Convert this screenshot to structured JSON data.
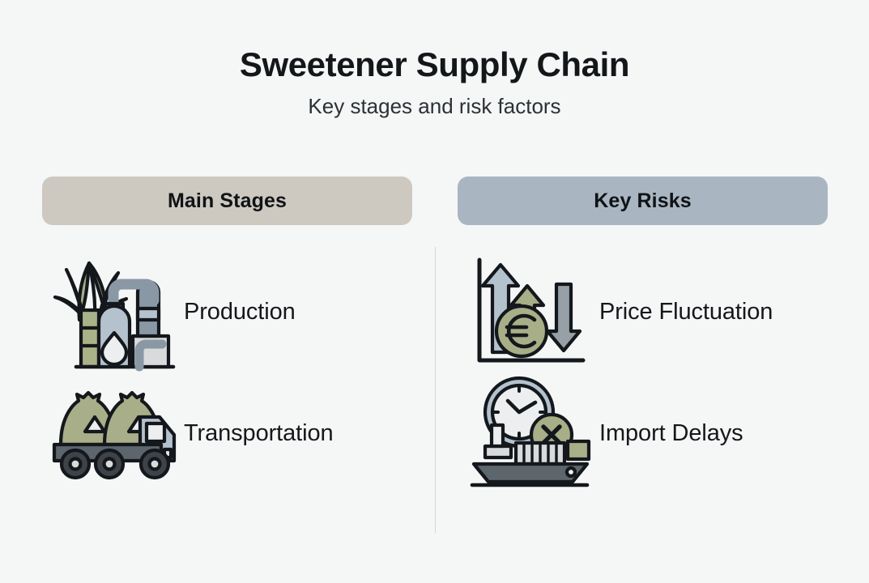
{
  "header": {
    "title": "Sweetener Supply Chain",
    "subtitle": "Key stages and risk factors"
  },
  "columns": {
    "left": {
      "header_label": "Main Stages",
      "header_color": "#cdc9c1",
      "rows": [
        {
          "label": "Production",
          "icon": "sugarcane-refinery-icon"
        },
        {
          "label": "Transportation",
          "icon": "truck-with-sacks-icon"
        }
      ]
    },
    "right": {
      "header_label": "Key Risks",
      "header_color": "#a9b6c2",
      "rows": [
        {
          "label": "Price Fluctuation",
          "icon": "price-arrows-euro-coin-icon"
        },
        {
          "label": "Import Delays",
          "icon": "clock-ship-icon"
        }
      ]
    }
  },
  "palette": {
    "background": "#f5f6f6",
    "text": "#14171a",
    "divider": "#d3d7da",
    "olive": "#a8ae87",
    "olive_dark": "#949b74",
    "blue_gray": "#b4c2ce",
    "steel": "#8a98a5",
    "slate": "#5d656d",
    "light_gray": "#d8dadb",
    "outline": "#14181c"
  }
}
